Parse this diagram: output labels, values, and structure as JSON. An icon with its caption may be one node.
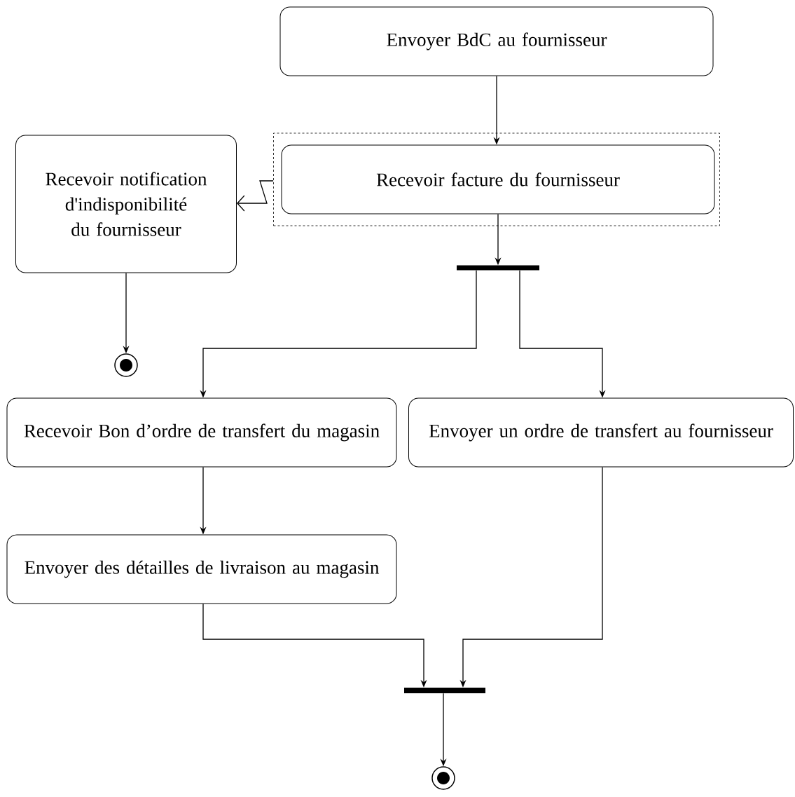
{
  "diagram": {
    "nodes": [
      {
        "text": [
          "Envoyer BdC au fournisseur"
        ]
      },
      {
        "text": [],
        "shape": "box"
      },
      {
        "text": [
          "Recevoir facture du fournisseur"
        ],
        "in": 1
      },
      {
        "text": [
          "Recevoir notification d'indisponibilité du fournisseur"
        ]
      },
      {
        "text": [],
        "shape": "bar"
      },
      {
        "text": [],
        "shape": "circle"
      },
      {
        "text": [
          "Recevoir Bon d’ordre de transfert du magasin"
        ]
      },
      {
        "text": [
          "Envoyer un ordre de transfert au fournisseur"
        ]
      },
      {
        "text": [
          "Envoyer des détailles de livraison au magasin"
        ]
      },
      {
        "text": [],
        "shape": "bar"
      },
      {
        "text": [],
        "shape": "circle"
      }
    ],
    "edges": [
      {
        "from": 0,
        "to": 2,
        "arrow": "to"
      },
      {
        "from": 1,
        "to": 3,
        "arrow": "to"
      },
      {
        "from": 2,
        "to": 4,
        "arrow": "to"
      },
      {
        "from": 3,
        "to": 5,
        "arrow": "to"
      },
      {
        "from": 4,
        "to": 6,
        "arrow": "to"
      },
      {
        "from": 4,
        "to": 7,
        "arrow": "to"
      },
      {
        "from": 6,
        "to": 8,
        "arrow": "to"
      },
      {
        "from": 8,
        "to": 9,
        "arrow": "to"
      },
      {
        "from": 7,
        "to": 9,
        "arrow": "to"
      },
      {
        "from": 9,
        "to": 10,
        "arrow": "to"
      }
    ]
  }
}
